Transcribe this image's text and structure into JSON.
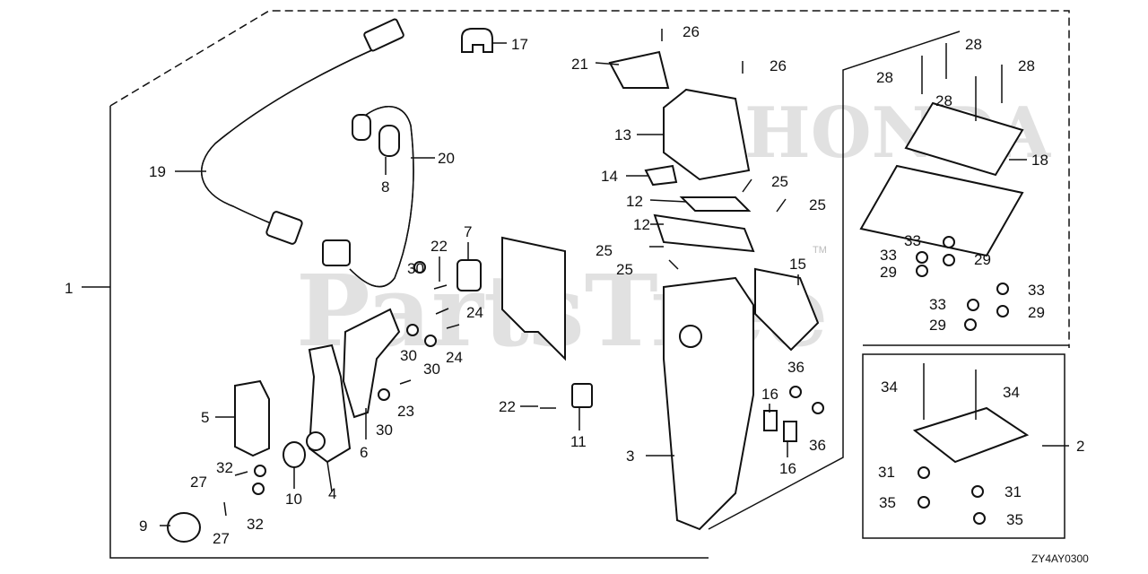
{
  "diagram": {
    "drawing_code": "ZY4AY0300",
    "watermark": "PartsTree",
    "trademark": "TM",
    "brand_watermark": "HONDA"
  },
  "callouts": {
    "c1": "1",
    "c2": "2",
    "c3": "3",
    "c4": "4",
    "c5": "5",
    "c6": "6",
    "c7": "7",
    "c8": "8",
    "c9": "9",
    "c10": "10",
    "c11": "11",
    "c12a": "12",
    "c12b": "12",
    "c13": "13",
    "c14": "14",
    "c15": "15",
    "c16a": "16",
    "c16b": "16",
    "c17": "17",
    "c18": "18",
    "c19": "19",
    "c20": "20",
    "c21": "21",
    "c22a": "22",
    "c22b": "22",
    "c23": "23",
    "c24a": "24",
    "c24b": "24",
    "c25a": "25",
    "c25b": "25",
    "c25c": "25",
    "c25d": "25",
    "c26a": "26",
    "c26b": "26",
    "c27a": "27",
    "c27b": "27",
    "c28a": "28",
    "c28b": "28",
    "c28c": "28",
    "c28d": "28",
    "c29a": "29",
    "c29b": "29",
    "c29c": "29",
    "c29d": "29",
    "c30a": "30",
    "c30b": "30",
    "c30c": "30",
    "c30d": "30",
    "c31a": "31",
    "c31b": "31",
    "c32a": "32",
    "c32b": "32",
    "c33a": "33",
    "c33b": "33",
    "c33c": "33",
    "c33d": "33",
    "c34a": "34",
    "c34b": "34",
    "c35a": "35",
    "c35b": "35",
    "c36a": "36",
    "c36b": "36"
  }
}
